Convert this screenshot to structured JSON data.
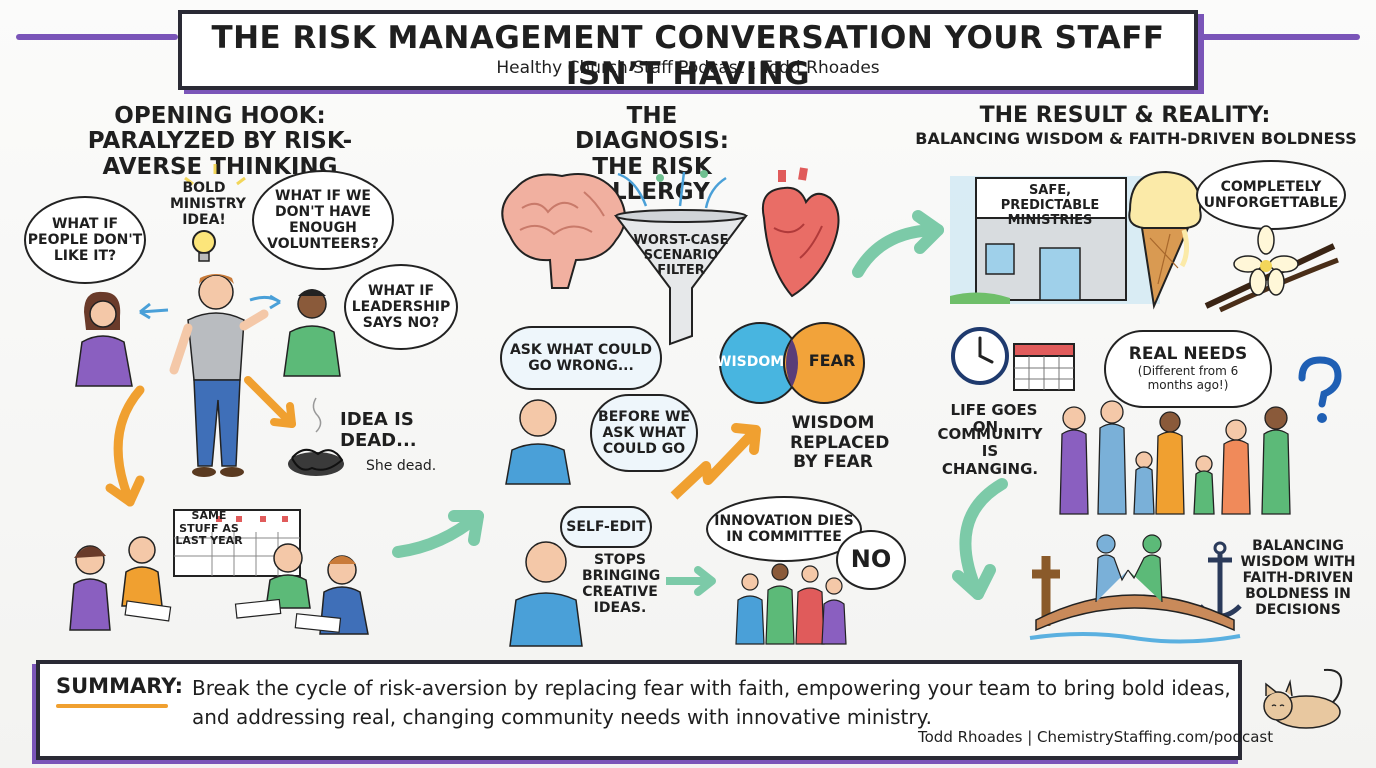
{
  "title": "THE RISK MANAGEMENT CONVERSATION YOUR STAFF ISN’T HAVING",
  "subtitle": "Healthy Church Staff Podcast - Todd Rhoades",
  "col1": {
    "header": "OPENING HOOK: PARALYZED BY RISK-AVERSE THINKING",
    "idea": "BOLD MINISTRY IDEA!",
    "b1": "WHAT IF PEOPLE DON'T LIKE IT?",
    "b2": "WHAT IF WE DON'T HAVE ENOUGH VOLUNTEERS?",
    "b3": "WHAT IF LEADERSHIP SAYS NO?",
    "dead": "IDEA IS DEAD...",
    "dead_sub": "She dead.",
    "calendar": "SAME STUFF AS LAST YEAR"
  },
  "col2": {
    "header": "THE DIAGNOSIS: THE RISK ALLERGY",
    "funnel": "WORST-CASE SCENARIO FILTER",
    "cloud1": "ASK WHAT COULD GO WRONG...",
    "cloud2": "BEFORE WE ASK WHAT COULD GO",
    "venn_a": "WISDOM",
    "venn_b": "FEAR",
    "venn_caption": "WISDOM REPLACED BY FEAR",
    "selfedit": "SELF-EDIT",
    "stops": "STOPS BRINGING CREATIVE IDEAS.",
    "committee": "INNOVATION DIES IN COMMITTEE",
    "no": "NO"
  },
  "col3": {
    "header": "THE RESULT & REALITY:",
    "header_sub": "BALANCING WISDOM & FAITH-DRIVEN BOLDNESS",
    "building": "SAFE, PREDICTABLE MINISTRIES",
    "unforgettable": "COMPLETELY UNFORGETTABLE",
    "life": "LIFE GOES ON...",
    "community": "COMMUNITY IS CHANGING.",
    "needs": "REAL NEEDS",
    "needs_sub": "(Different from 6 months ago!)",
    "balance": "BALANCING WISDOM WITH FAITH-DRIVEN BOLDNESS IN DECISIONS"
  },
  "summary": {
    "label": "SUMMARY:",
    "text": "Break the cycle of risk-aversion by replacing fear with faith, empowering your team to bring bold ideas, and addressing real, changing community needs with innovative ministry."
  },
  "credit": "Todd Rhoades | ChemistryStaffing.com/podcast",
  "colors": {
    "purple": "#7a55b8",
    "orange": "#f0a030",
    "teal": "#7ccaa8",
    "wisdom": "#48b5e0",
    "fear": "#f2a33a"
  }
}
